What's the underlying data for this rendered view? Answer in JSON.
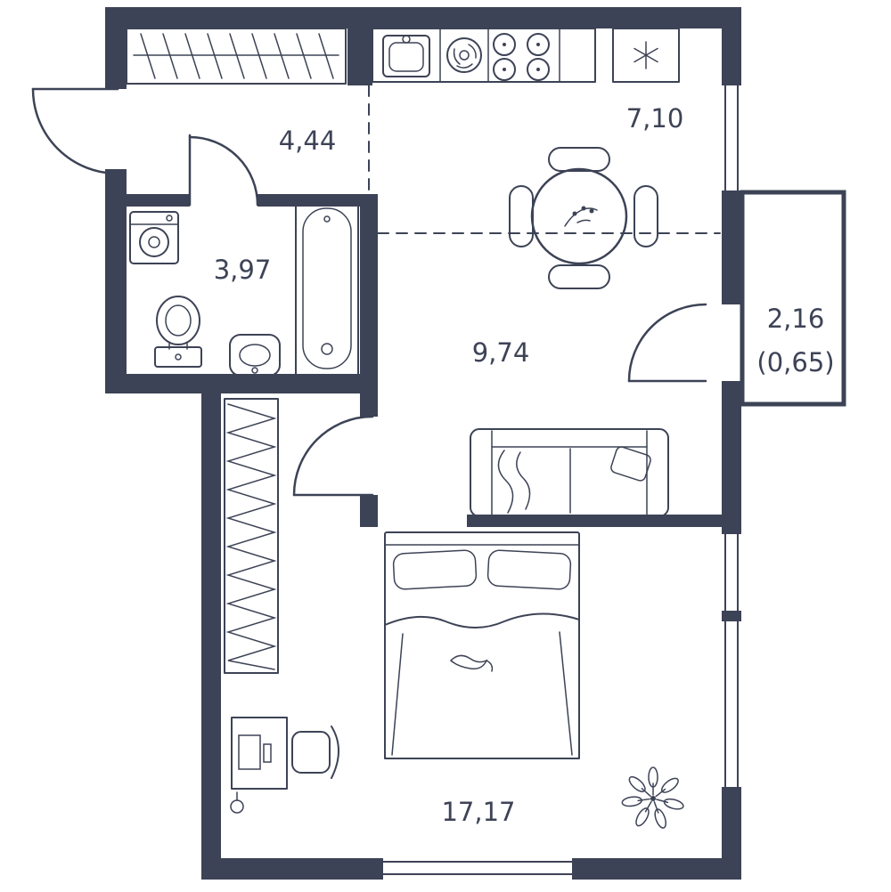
{
  "title": "Apartment floor plan",
  "colors": {
    "line": "#3d4356",
    "bg": "#ffffff"
  },
  "rooms": [
    {
      "id": "hallway",
      "area": "4,44"
    },
    {
      "id": "kitchen",
      "area": "7,10"
    },
    {
      "id": "bathroom",
      "area": "3,97"
    },
    {
      "id": "living-room",
      "area": "9,74"
    },
    {
      "id": "balcony",
      "area": "2,16",
      "area_secondary": "(0,65)"
    },
    {
      "id": "bedroom",
      "area": "17,17"
    }
  ],
  "furniture": [
    "wardrobe-hangers",
    "kitchen-sink",
    "cooker-hood",
    "stove",
    "fridge",
    "dining-table",
    "dining-chairs",
    "washing-machine",
    "toilet",
    "pedestal-sink",
    "bathtub",
    "built-in-wardrobe",
    "sofa",
    "double-bed",
    "desk",
    "desk-chair",
    "floor-lamp",
    "plant"
  ]
}
